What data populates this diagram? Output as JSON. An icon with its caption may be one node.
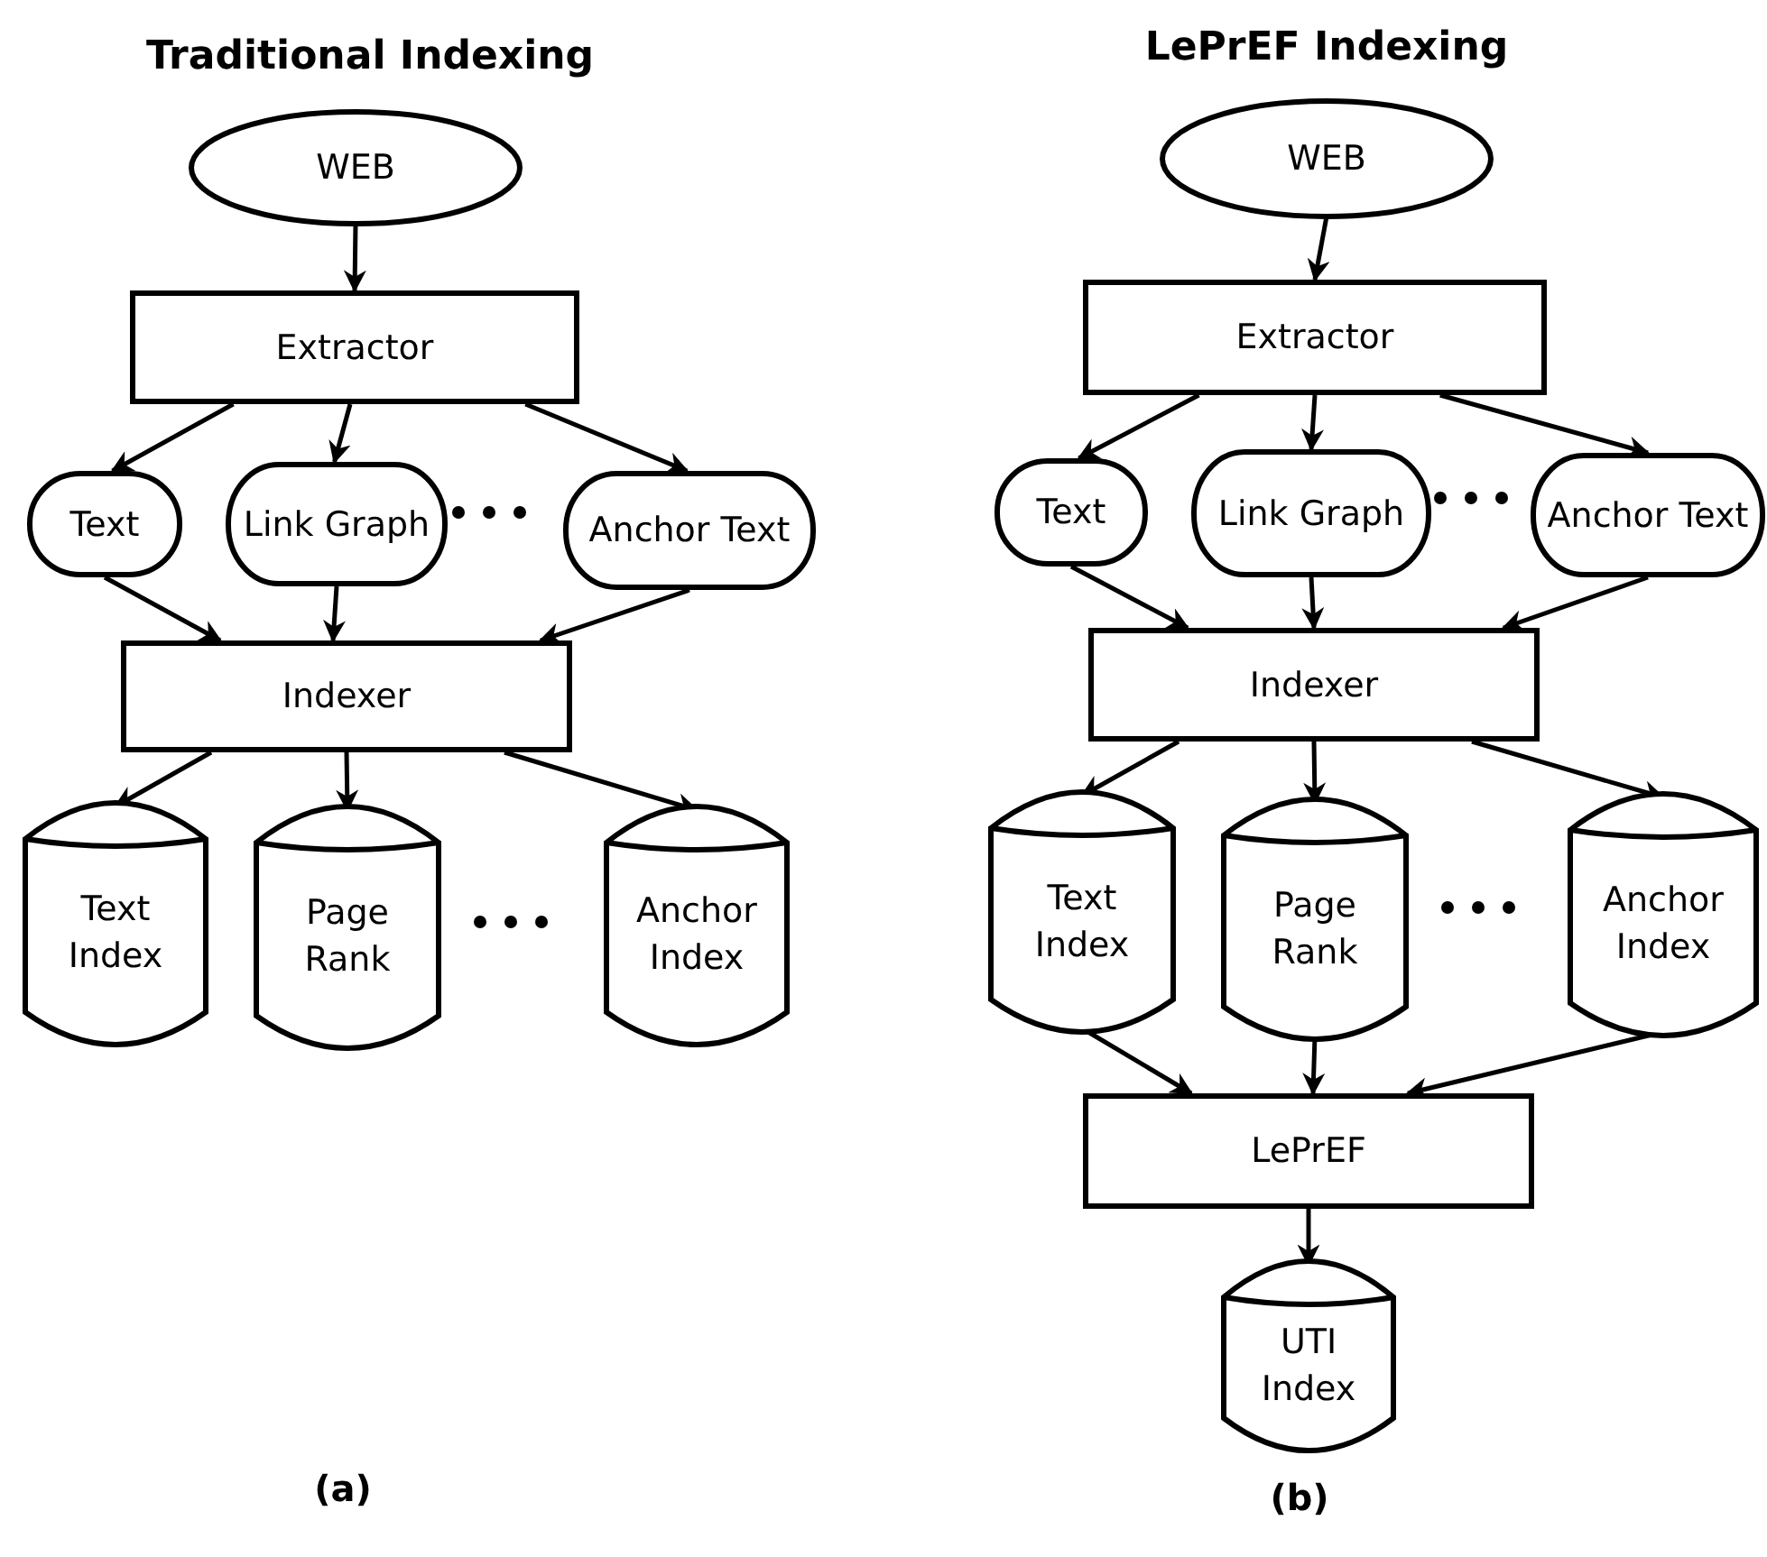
{
  "diagram": {
    "nodes": [
      {
        "text": [
          "WEB"
        ]
      },
      {
        "text": [
          "Extractor"
        ]
      },
      {
        "text": [
          "Text"
        ]
      },
      {
        "text": [
          "Link Graph"
        ]
      },
      {
        "text": [
          "Anchor Text"
        ]
      },
      {
        "text": [
          "Indexer"
        ]
      },
      {
        "text": [
          "Text Index"
        ]
      },
      {
        "text": [
          "Page Rank"
        ]
      },
      {
        "text": [
          "Anchor Index"
        ]
      },
      {
        "text": [
          "WEB"
        ]
      },
      {
        "text": [
          "Extractor"
        ]
      },
      {
        "text": [
          "Text"
        ]
      },
      {
        "text": [
          "Link Graph"
        ]
      },
      {
        "text": [
          "Anchor Text"
        ]
      },
      {
        "text": [
          "Indexer"
        ]
      },
      {
        "text": [
          "Text Index"
        ]
      },
      {
        "text": [
          "Page Rank"
        ]
      },
      {
        "text": [
          "Anchor Index"
        ]
      },
      {
        "text": [
          "LePrEF"
        ]
      },
      {
        "text": [
          "UTI Index"
        ]
      }
    ],
    "edges": [
      {
        "from": 0,
        "to": 1,
        "arrow": "to"
      },
      {
        "from": 1,
        "to": 2,
        "arrow": "to"
      },
      {
        "from": 1,
        "to": 3,
        "arrow": "to"
      },
      {
        "from": 1,
        "to": 4,
        "arrow": "to"
      },
      {
        "from": 2,
        "to": 5,
        "arrow": "to"
      },
      {
        "from": 3,
        "to": 5,
        "arrow": "to"
      },
      {
        "from": 4,
        "to": 5,
        "arrow": "to"
      },
      {
        "from": 5,
        "to": 6,
        "arrow": "to"
      },
      {
        "from": 5,
        "to": 7,
        "arrow": "to"
      },
      {
        "from": 5,
        "to": 8,
        "arrow": "to"
      },
      {
        "from": 9,
        "to": 10,
        "arrow": "to"
      },
      {
        "from": 10,
        "to": 11,
        "arrow": "to"
      },
      {
        "from": 10,
        "to": 12,
        "arrow": "to"
      },
      {
        "from": 10,
        "to": 13,
        "arrow": "to"
      },
      {
        "from": 11,
        "to": 14,
        "arrow": "to"
      },
      {
        "from": 12,
        "to": 14,
        "arrow": "to"
      },
      {
        "from": 13,
        "to": 14,
        "arrow": "to"
      },
      {
        "from": 14,
        "to": 15,
        "arrow": "to"
      },
      {
        "from": 14,
        "to": 16,
        "arrow": "to"
      },
      {
        "from": 14,
        "to": 17,
        "arrow": "to"
      },
      {
        "from": 15,
        "to": 18,
        "arrow": "to"
      },
      {
        "from": 16,
        "to": 18,
        "arrow": "to"
      },
      {
        "from": 17,
        "to": 18,
        "arrow": "to"
      },
      {
        "from": 18,
        "to": 19,
        "arrow": "to"
      }
    ],
    "labels": [
      "Traditional Indexing",
      "LePrEF Indexing",
      "(a)",
      "(b)"
    ]
  }
}
